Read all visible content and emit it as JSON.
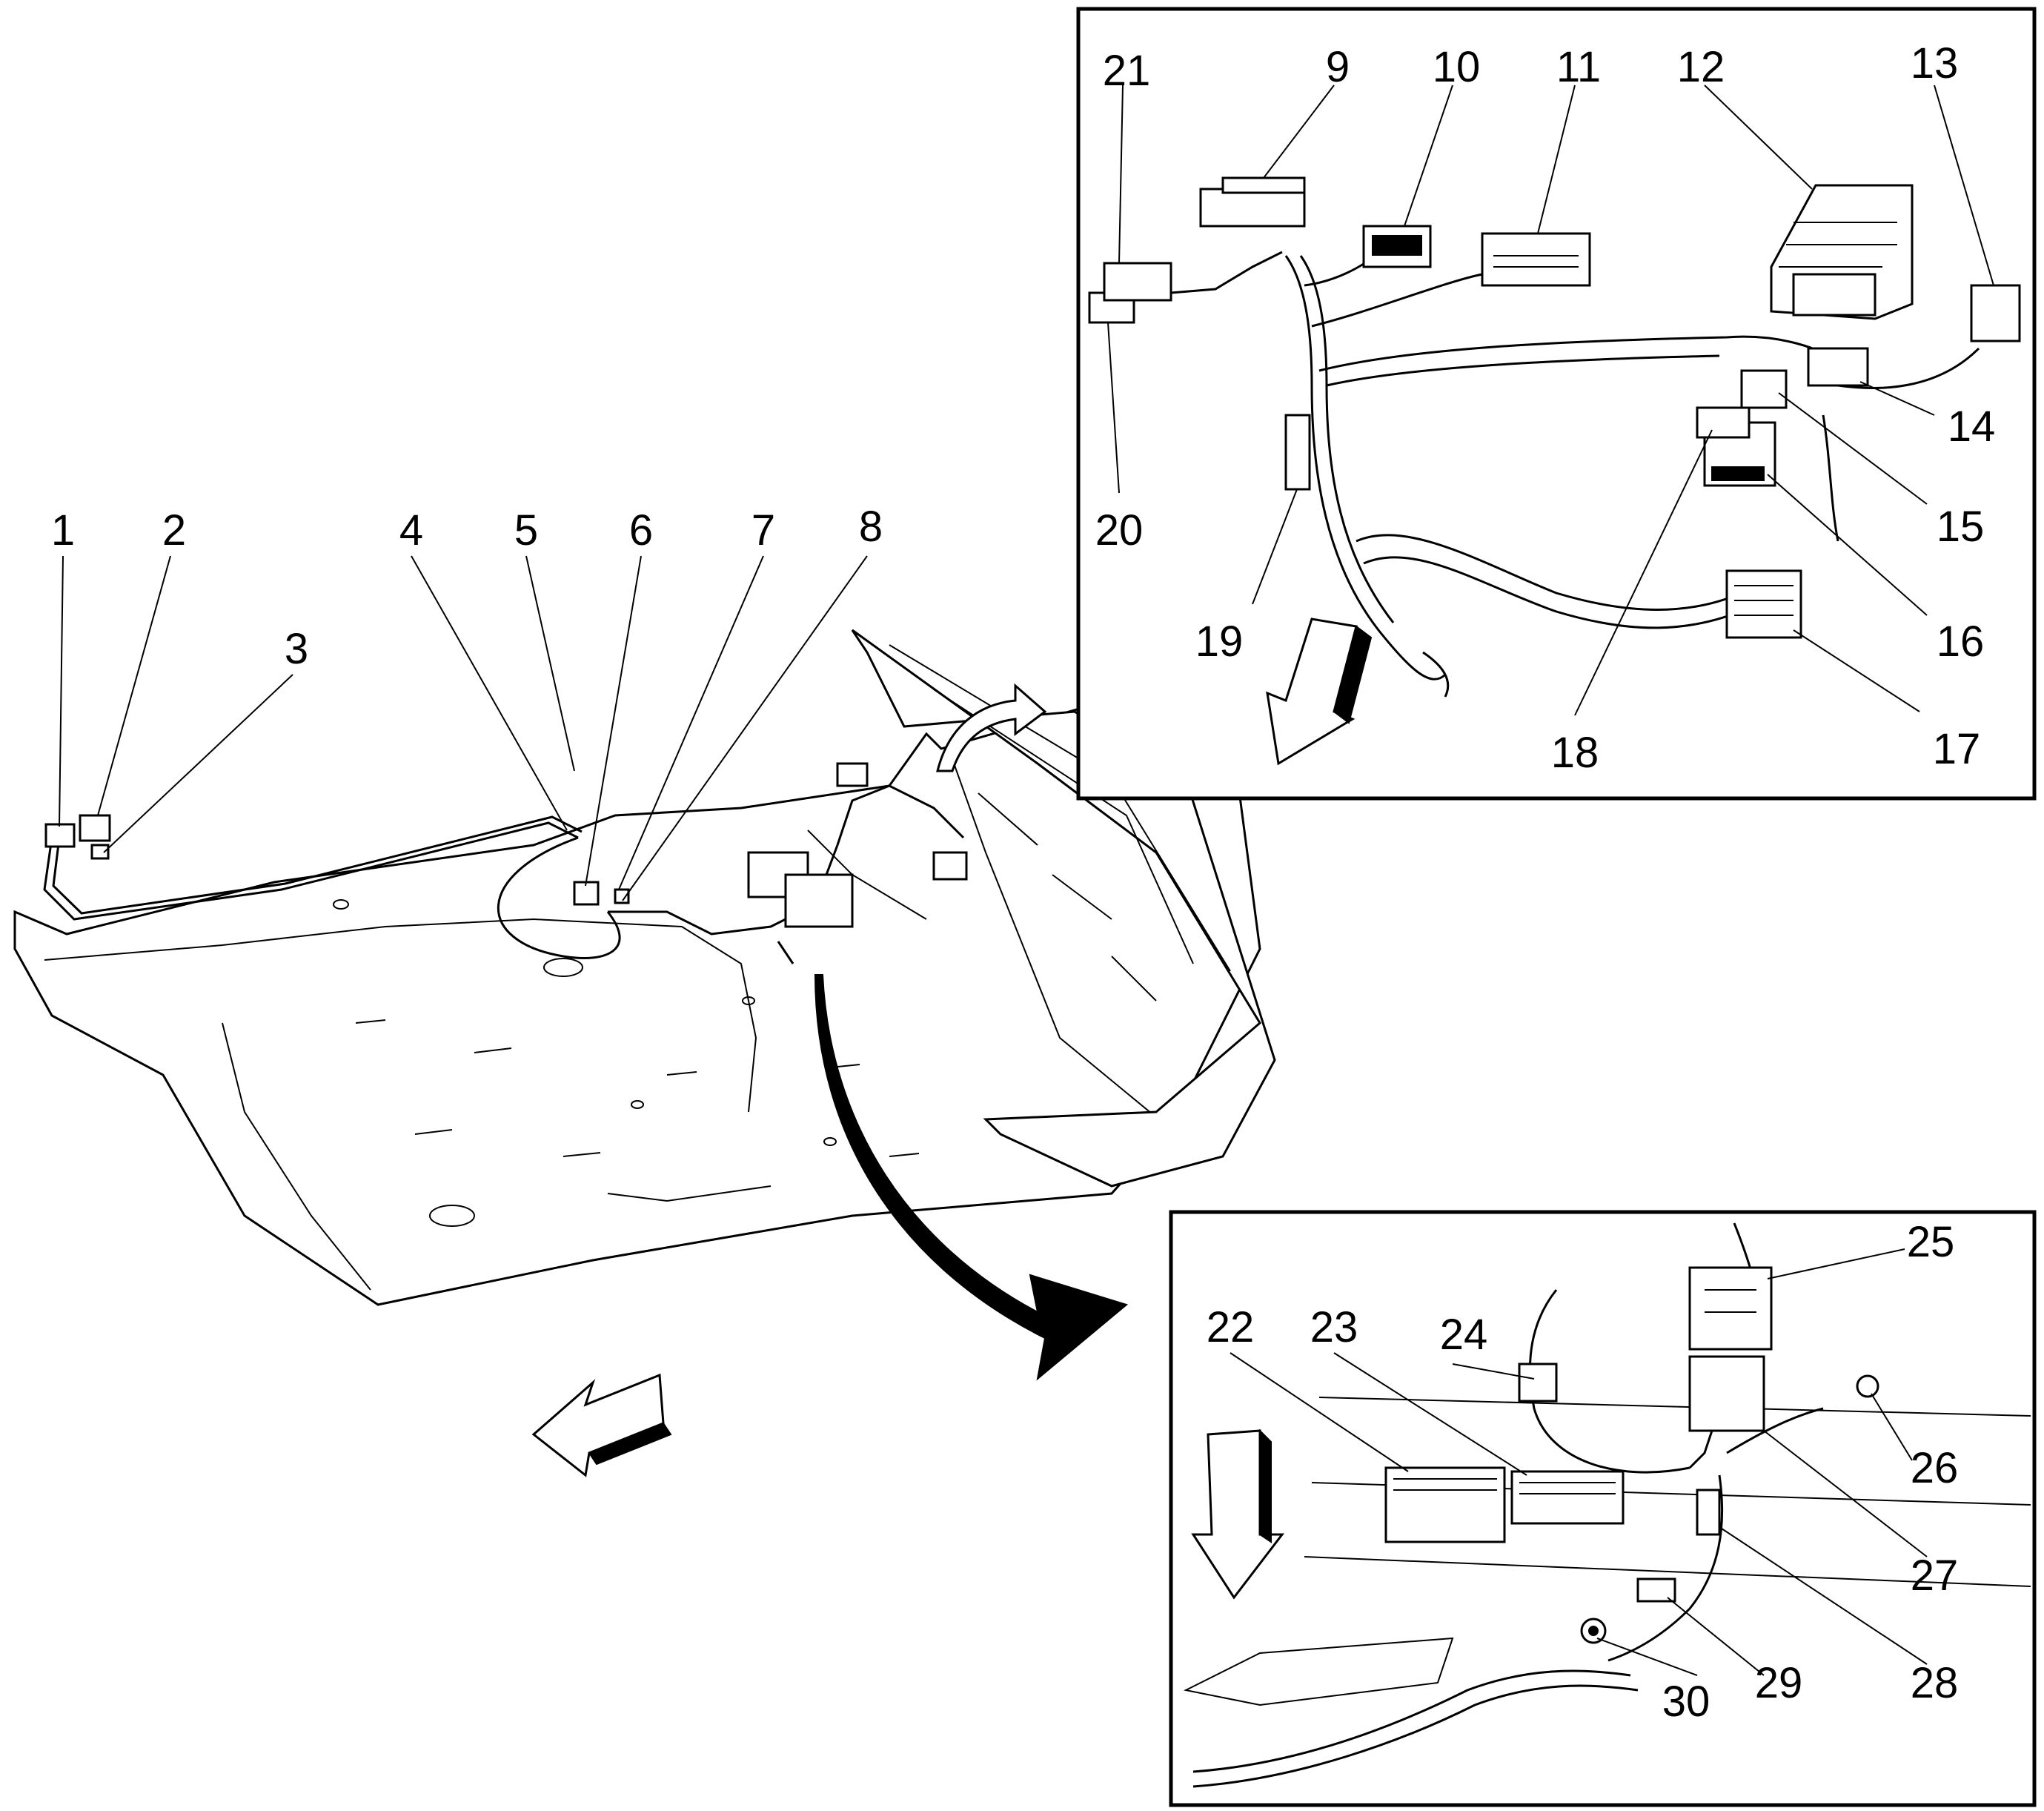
{
  "callouts": {
    "c1": "1",
    "c2": "2",
    "c3": "3",
    "c4": "4",
    "c5": "5",
    "c6": "6",
    "c7": "7",
    "c8": "8",
    "c9": "9",
    "c10": "10",
    "c11": "11",
    "c12": "12",
    "c13": "13",
    "c14": "14",
    "c15": "15",
    "c16": "16",
    "c17": "17",
    "c18": "18",
    "c19": "19",
    "c20": "20",
    "c21": "21",
    "c22": "22",
    "c23": "23",
    "c24": "24",
    "c25": "25",
    "c26": "26",
    "c27": "27",
    "c28": "28",
    "c29": "29",
    "c30": "30"
  },
  "colors": {
    "ink": "#000000",
    "paper": "#ffffff"
  },
  "icons": {
    "forward-arrow": "front-direction-arrow-icon",
    "detail-arrow": "detail-callout-arrow-icon"
  }
}
